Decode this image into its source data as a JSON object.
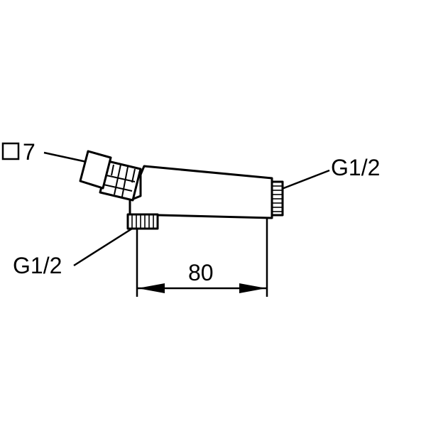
{
  "drawing": {
    "square_size_label": "7",
    "outlet_thread_label": "G1/2",
    "inlet_thread_label": "G1/2",
    "length_dimension": "80",
    "line_color": "#000000",
    "background_color": "#ffffff"
  }
}
